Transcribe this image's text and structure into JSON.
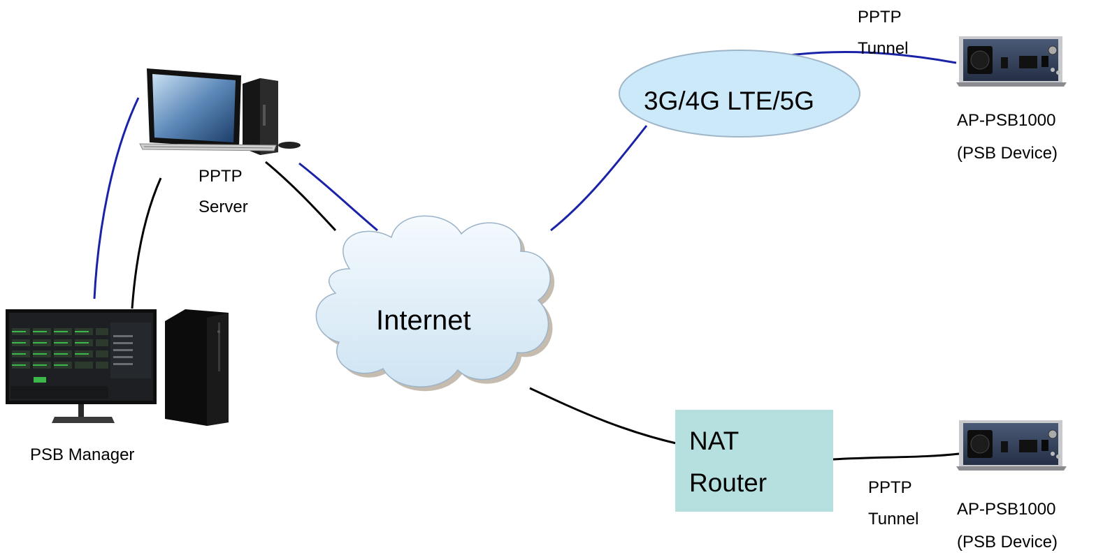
{
  "nodes": {
    "pptp_server": {
      "line1": "PPTP",
      "line2": "Server"
    },
    "psb_manager": {
      "label": "PSB Manager"
    },
    "internet": {
      "label": "Internet"
    },
    "cellular": {
      "label": "3G/4G LTE/5G"
    },
    "nat_router": {
      "line1": "NAT",
      "line2": "Router"
    },
    "device_top": {
      "line1": "AP-PSB1000",
      "line2": "(PSB Device)"
    },
    "device_bottom": {
      "line1": "AP-PSB1000",
      "line2": "(PSB Device)"
    }
  },
  "tunnels": {
    "top": {
      "line1": "PPTP",
      "line2": "Tunnel"
    },
    "bottom": {
      "line1": "PPTP",
      "line2": "Tunnel"
    }
  },
  "colors": {
    "tunnel_line": "#1a23a8",
    "network_line": "#000000",
    "cloud_fill": "#e4f1fa",
    "cellular_fill": "#cce9fa",
    "router_fill": "#b6dfe0"
  },
  "icons": {
    "server": "desktop-computer-icon",
    "manager": "monitor-tower-icon",
    "device": "psb-power-switch-box-icon"
  }
}
